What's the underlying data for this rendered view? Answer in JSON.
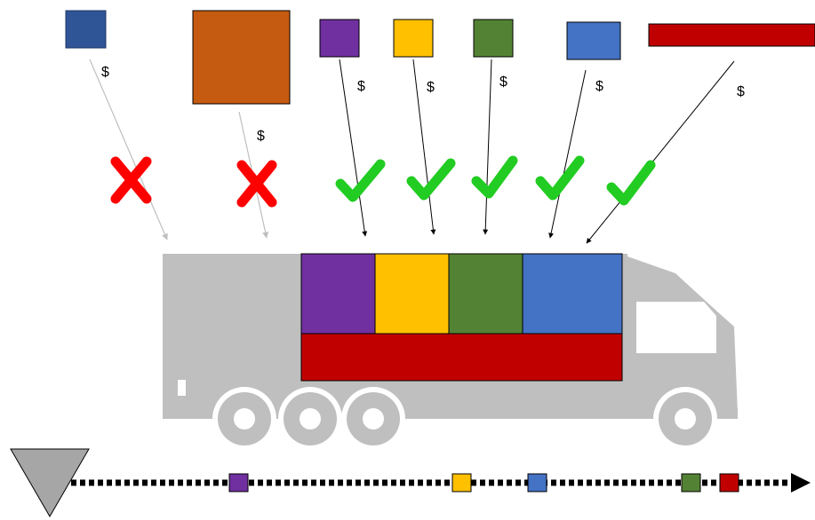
{
  "labels": {
    "price_symbol": "$"
  },
  "colors": {
    "navy_blue": "#2f5597",
    "orange": "#c55a11",
    "purple": "#7030a0",
    "yellow": "#ffc000",
    "green": "#548235",
    "blue": "#4472c4",
    "red": "#c00000",
    "truck_gray": "#bfbfbf",
    "reject_x": "#ff0000",
    "accept_check": "#22cc22",
    "rejected_arrow": "#bfbfbf",
    "accepted_arrow": "#000000"
  },
  "shipments": [
    {
      "id": "navy-blue",
      "color": "navy_blue",
      "status": "rejected",
      "icon": "red-x-icon"
    },
    {
      "id": "orange",
      "color": "orange",
      "status": "rejected",
      "icon": "red-x-icon"
    },
    {
      "id": "purple",
      "color": "purple",
      "status": "accepted",
      "icon": "green-check-icon"
    },
    {
      "id": "yellow",
      "color": "yellow",
      "status": "accepted",
      "icon": "green-check-icon"
    },
    {
      "id": "green",
      "color": "green",
      "status": "accepted",
      "icon": "green-check-icon"
    },
    {
      "id": "blue",
      "color": "blue",
      "status": "accepted",
      "icon": "green-check-icon"
    },
    {
      "id": "red",
      "color": "red",
      "status": "accepted",
      "icon": "green-check-icon"
    }
  ],
  "timeline": {
    "origin_icon": "triangle-icon",
    "end_icon": "arrowhead-icon",
    "markers": [
      "purple",
      "yellow",
      "blue",
      "green",
      "red"
    ]
  }
}
